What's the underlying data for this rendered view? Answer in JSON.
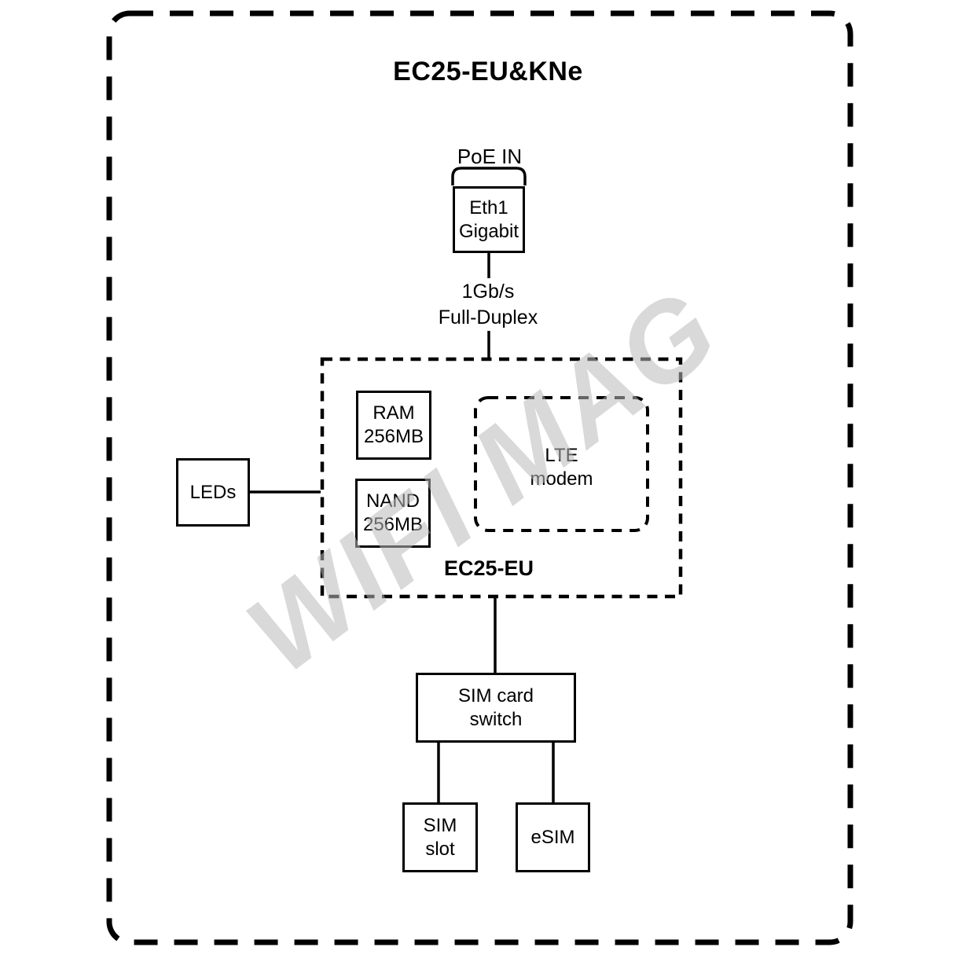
{
  "title": "EC25-EU&KNe",
  "watermark": "WIFI MAG",
  "labels": {
    "poe": "PoE IN",
    "link_speed": "1Gb/s\nFull-Duplex",
    "soc_name": "EC25-EU"
  },
  "nodes": {
    "eth1": "Eth1\nGigabit",
    "ram": "RAM\n256MB",
    "nand": "NAND\n256MB",
    "lte_modem": "LTE\nmodem",
    "leds": "LEDs",
    "sim_switch": "SIM card\nswitch",
    "sim_slot": "SIM\nslot",
    "esim": "eSIM"
  },
  "colors": {
    "line": "#000000",
    "text": "#000000",
    "background": "#ffffff",
    "watermark": "rgba(185,185,185,0.55)"
  }
}
